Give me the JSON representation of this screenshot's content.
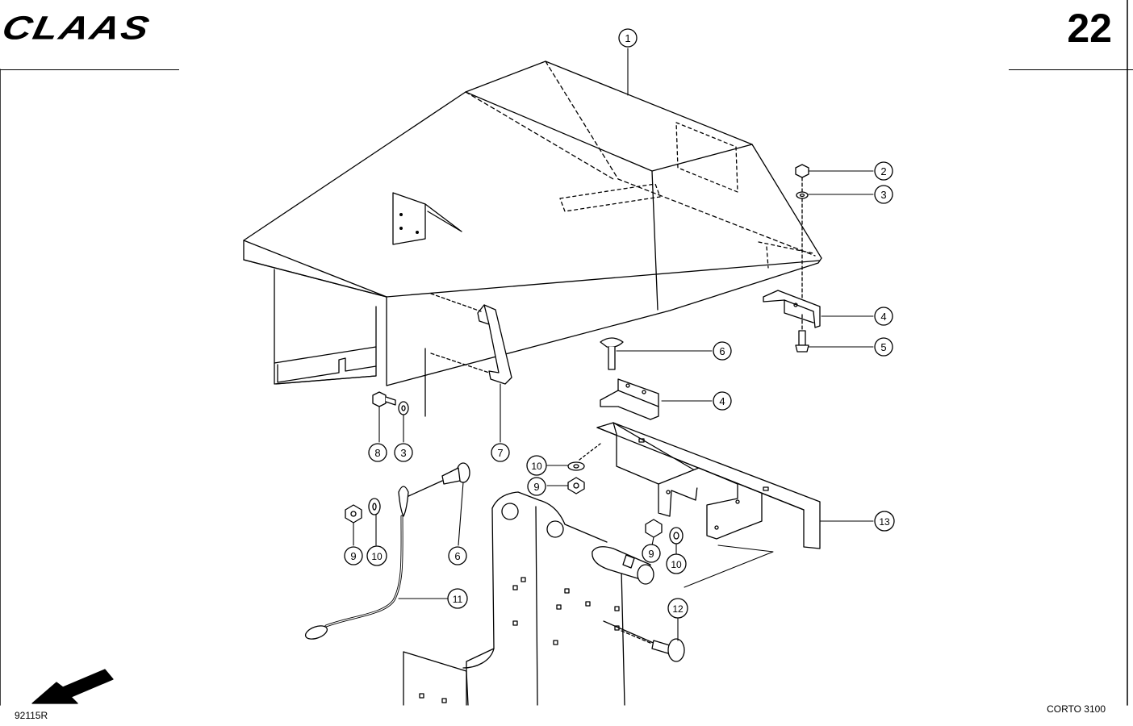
{
  "header": {
    "brand": "CLAAS",
    "page_number": "22"
  },
  "footer": {
    "drawing_code": "92115R",
    "model": "CORTO 3100"
  },
  "callouts": [
    {
      "label": "1"
    },
    {
      "label": "2"
    },
    {
      "label": "3"
    },
    {
      "label": "4"
    },
    {
      "label": "5"
    },
    {
      "label": "6"
    },
    {
      "label": "4"
    },
    {
      "label": "8"
    },
    {
      "label": "3"
    },
    {
      "label": "7"
    },
    {
      "label": "10"
    },
    {
      "label": "9"
    },
    {
      "label": "13"
    },
    {
      "label": "9"
    },
    {
      "label": "10"
    },
    {
      "label": "6"
    },
    {
      "label": "9"
    },
    {
      "label": "10"
    },
    {
      "label": "11"
    },
    {
      "label": "12"
    }
  ]
}
